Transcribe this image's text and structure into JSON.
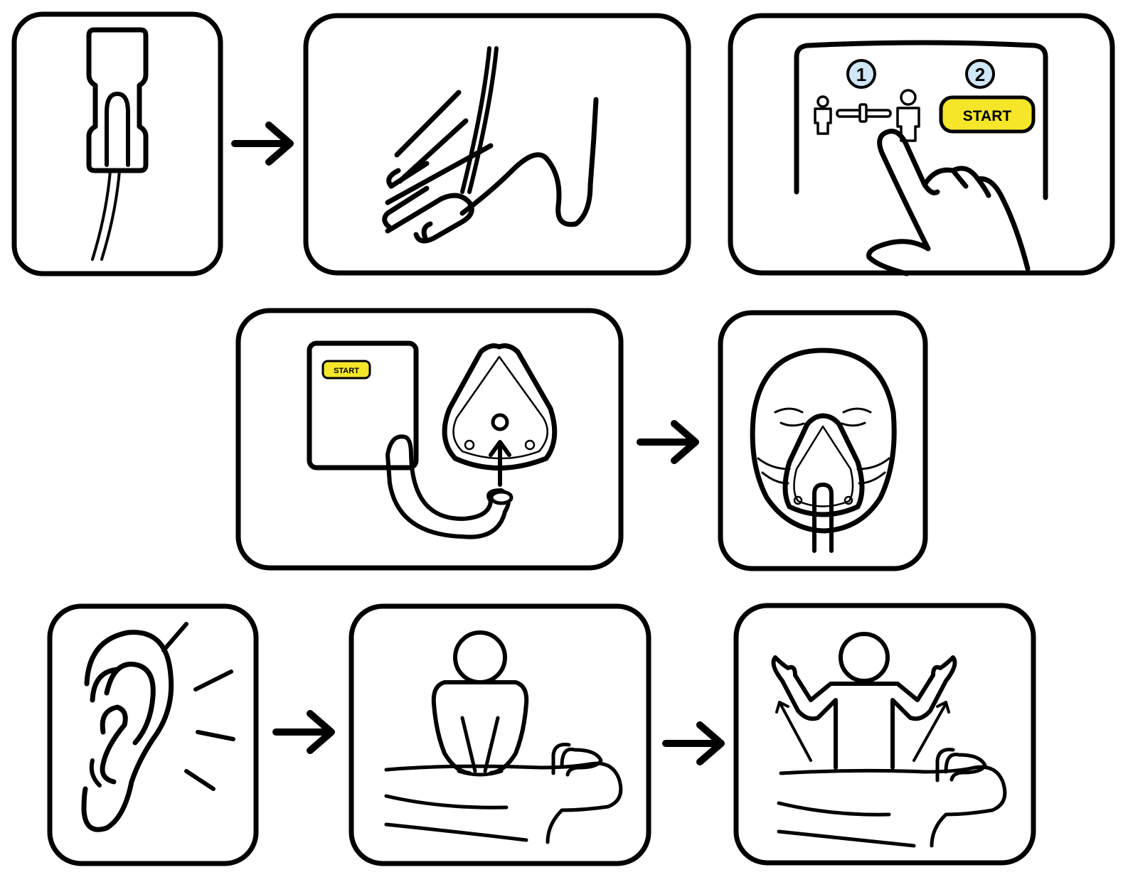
{
  "colors": {
    "stroke": "#000000",
    "background": "#ffffff",
    "start_button": "#f5e62a",
    "step_badge": "#cfe6f7"
  },
  "panel3": {
    "step1_number": "1",
    "step2_number": "2",
    "start_label": "START"
  },
  "panel4": {
    "start_label": "START"
  },
  "icons": [
    "pulse-oximeter-sensor-icon",
    "finger-clip-on-hand-icon",
    "device-start-panel-icon",
    "device-tube-mask-icon",
    "face-mask-on-patient-icon",
    "ear-listening-icon",
    "chest-compression-icon",
    "hands-off-icon",
    "arrow-right-icon"
  ]
}
